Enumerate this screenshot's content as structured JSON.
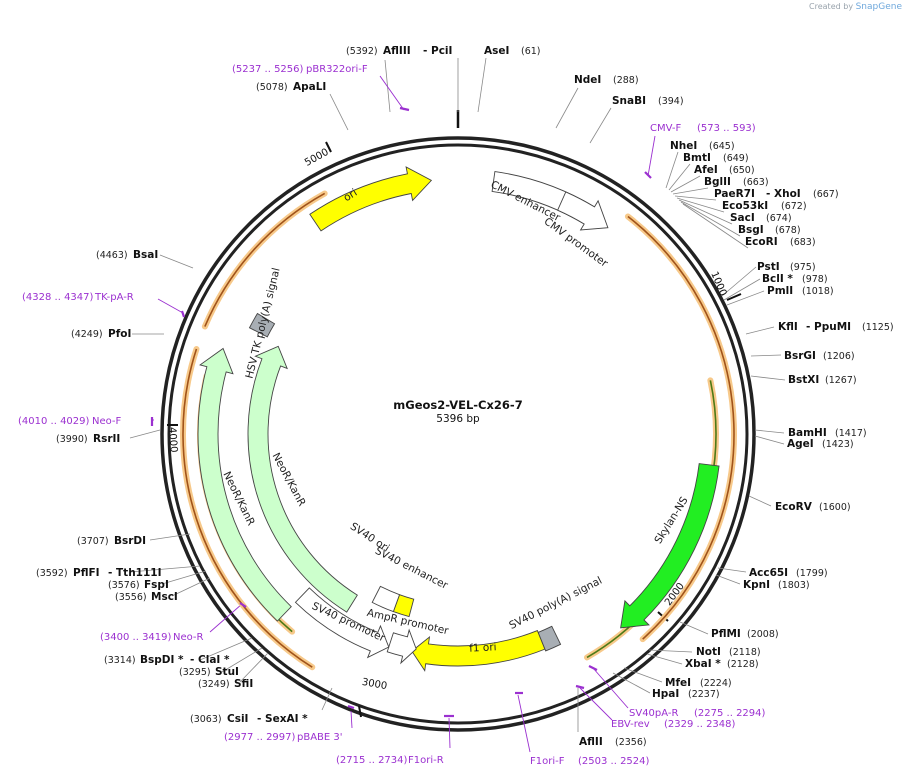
{
  "credit": {
    "prefix": "Created by",
    "brand": "SnapGene"
  },
  "plasmid": {
    "name": "mGeos2-VEL-Cx26-7",
    "size": "5396 bp"
  },
  "ticks": [
    "1000",
    "2000",
    "3000",
    "4000",
    "5000"
  ],
  "enzymes": [
    {
      "id": "afliii",
      "pos": "(5392)",
      "name": "AflIII",
      "extra": "- PciI"
    },
    {
      "id": "asei",
      "name": "AseI",
      "pos": "(61)"
    },
    {
      "id": "ndei",
      "name": "NdeI",
      "pos": "(288)"
    },
    {
      "id": "snabi",
      "name": "SnaBI",
      "pos": "(394)"
    },
    {
      "id": "nhei",
      "name": "NheI",
      "pos": "(645)"
    },
    {
      "id": "bmti",
      "name": "BmtI",
      "pos": "(649)"
    },
    {
      "id": "afei",
      "name": "AfeI",
      "pos": "(650)"
    },
    {
      "id": "bglii",
      "name": "BglII",
      "pos": "(663)"
    },
    {
      "id": "paer7i",
      "name": "PaeR7I",
      "extra": "- XhoI",
      "pos": "(667)"
    },
    {
      "id": "eco53ki",
      "name": "Eco53kI",
      "pos": "(672)"
    },
    {
      "id": "saci",
      "name": "SacI",
      "pos": "(674)"
    },
    {
      "id": "bsgi",
      "name": "BsgI",
      "pos": "(678)"
    },
    {
      "id": "ecori",
      "name": "EcoRI",
      "pos": "(683)"
    },
    {
      "id": "psti",
      "name": "PstI",
      "pos": "(975)"
    },
    {
      "id": "bcli",
      "name": "BclI *",
      "pos": "(978)"
    },
    {
      "id": "pmli",
      "name": "PmlI",
      "pos": "(1018)"
    },
    {
      "id": "kfli",
      "name": "KflI",
      "extra": "- PpuMI",
      "pos": "(1125)"
    },
    {
      "id": "bsrgi",
      "name": "BsrGI",
      "pos": "(1206)"
    },
    {
      "id": "bstxi",
      "name": "BstXI",
      "pos": "(1267)"
    },
    {
      "id": "bamhi",
      "name": "BamHI",
      "pos": "(1417)"
    },
    {
      "id": "agei",
      "name": "AgeI",
      "pos": "(1423)"
    },
    {
      "id": "ecorv",
      "name": "EcoRV",
      "pos": "(1600)"
    },
    {
      "id": "acc65i",
      "name": "Acc65I",
      "pos": "(1799)"
    },
    {
      "id": "kpni",
      "name": "KpnI",
      "pos": "(1803)"
    },
    {
      "id": "pflmi",
      "name": "PflMI",
      "pos": "(2008)"
    },
    {
      "id": "noti",
      "name": "NotI",
      "pos": "(2118)"
    },
    {
      "id": "xbai",
      "name": "XbaI *",
      "pos": "(2128)"
    },
    {
      "id": "mfei",
      "name": "MfeI",
      "pos": "(2224)"
    },
    {
      "id": "hpai",
      "name": "HpaI",
      "pos": "(2237)"
    },
    {
      "id": "aflii",
      "name": "AflII",
      "pos": "(2356)"
    },
    {
      "id": "csii",
      "pos": "(3063)",
      "name": "CsiI",
      "extra": "- SexAI *"
    },
    {
      "id": "sfii",
      "pos": "(3249)",
      "name": "SfiI"
    },
    {
      "id": "stui",
      "pos": "(3295)",
      "name": "StuI"
    },
    {
      "id": "bspdi",
      "pos": "(3314)",
      "name": "BspDI *",
      "extra": "- ClaI *"
    },
    {
      "id": "msci",
      "pos": "(3556)",
      "name": "MscI"
    },
    {
      "id": "fspi",
      "pos": "(3576)",
      "name": "FspI"
    },
    {
      "id": "pflfi",
      "pos": "(3592)",
      "name": "PflFI",
      "extra": "- Tth111I"
    },
    {
      "id": "bsrdi",
      "pos": "(3707)",
      "name": "BsrDI"
    },
    {
      "id": "rsrii",
      "pos": "(3990)",
      "name": "RsrII"
    },
    {
      "id": "pfoi",
      "pos": "(4249)",
      "name": "PfoI"
    },
    {
      "id": "bsai",
      "pos": "(4463)",
      "name": "BsaI"
    },
    {
      "id": "apali",
      "pos": "(5078)",
      "name": "ApaLI"
    }
  ],
  "primers": [
    {
      "id": "pbr322ori-f",
      "pos": "(5237 .. 5256)",
      "name": "pBR322ori-F"
    },
    {
      "id": "cmv-f",
      "name": "CMV-F",
      "pos": "(573 .. 593)"
    },
    {
      "id": "sv40pa-r",
      "name": "SV40pA-R",
      "pos": "(2275 .. 2294)"
    },
    {
      "id": "ebv-rev",
      "name": "EBV-rev",
      "pos": "(2329 .. 2348)"
    },
    {
      "id": "f1ori-f",
      "name": "F1ori-F",
      "pos": "(2503 .. 2524)"
    },
    {
      "id": "f1ori-r",
      "pos": "(2715 .. 2734)",
      "name": "F1ori-R"
    },
    {
      "id": "pbabe3",
      "pos": "(2977 .. 2997)",
      "name": "pBABE 3'"
    },
    {
      "id": "neo-r",
      "pos": "(3400 .. 3419)",
      "name": "Neo-R"
    },
    {
      "id": "neo-f",
      "pos": "(4010 .. 4029)",
      "name": "Neo-F"
    },
    {
      "id": "tk-pa-r",
      "pos": "(4328 .. 4347)",
      "name": "TK-pA-R"
    }
  ],
  "features": [
    {
      "id": "ori",
      "label": "ori",
      "color": "#ffff00"
    },
    {
      "id": "cmv-enhancer",
      "label": "CMV enhancer",
      "color": "#ffffff"
    },
    {
      "id": "cmv-promoter",
      "label": "CMV promoter",
      "color": "#ffffff"
    },
    {
      "id": "skylan-ns",
      "label": "Skylan-NS",
      "color": "#22ee22"
    },
    {
      "id": "sv40-polya",
      "label": "SV40 poly(A) signal",
      "color": "#a8aeb4"
    },
    {
      "id": "f1-ori",
      "label": "f1 ori",
      "color": "#ffff00"
    },
    {
      "id": "ampr-promoter",
      "label": "AmpR promoter",
      "color": "#ffffff"
    },
    {
      "id": "sv40-promoter",
      "label": "SV40 promoter",
      "color": "#ffffff"
    },
    {
      "id": "sv40-ori",
      "label": "SV40 ori",
      "color": "#ffff00"
    },
    {
      "id": "sv40-enhancer",
      "label": "SV40 enhancer",
      "color": "#ffffff"
    },
    {
      "id": "neor-inner",
      "label": "NeoR/KanR",
      "color": "#ccffcc"
    },
    {
      "id": "neor-outer",
      "label": "NeoR/KanR",
      "color": "#ccffcc"
    },
    {
      "id": "hsv-tk-polya",
      "label": "HSV TK poly(A) signal",
      "color": "#a8aeb4"
    }
  ],
  "colors": {
    "primer": "#9b30d0",
    "orf": "#f2a33a",
    "backbone": "#222222"
  }
}
